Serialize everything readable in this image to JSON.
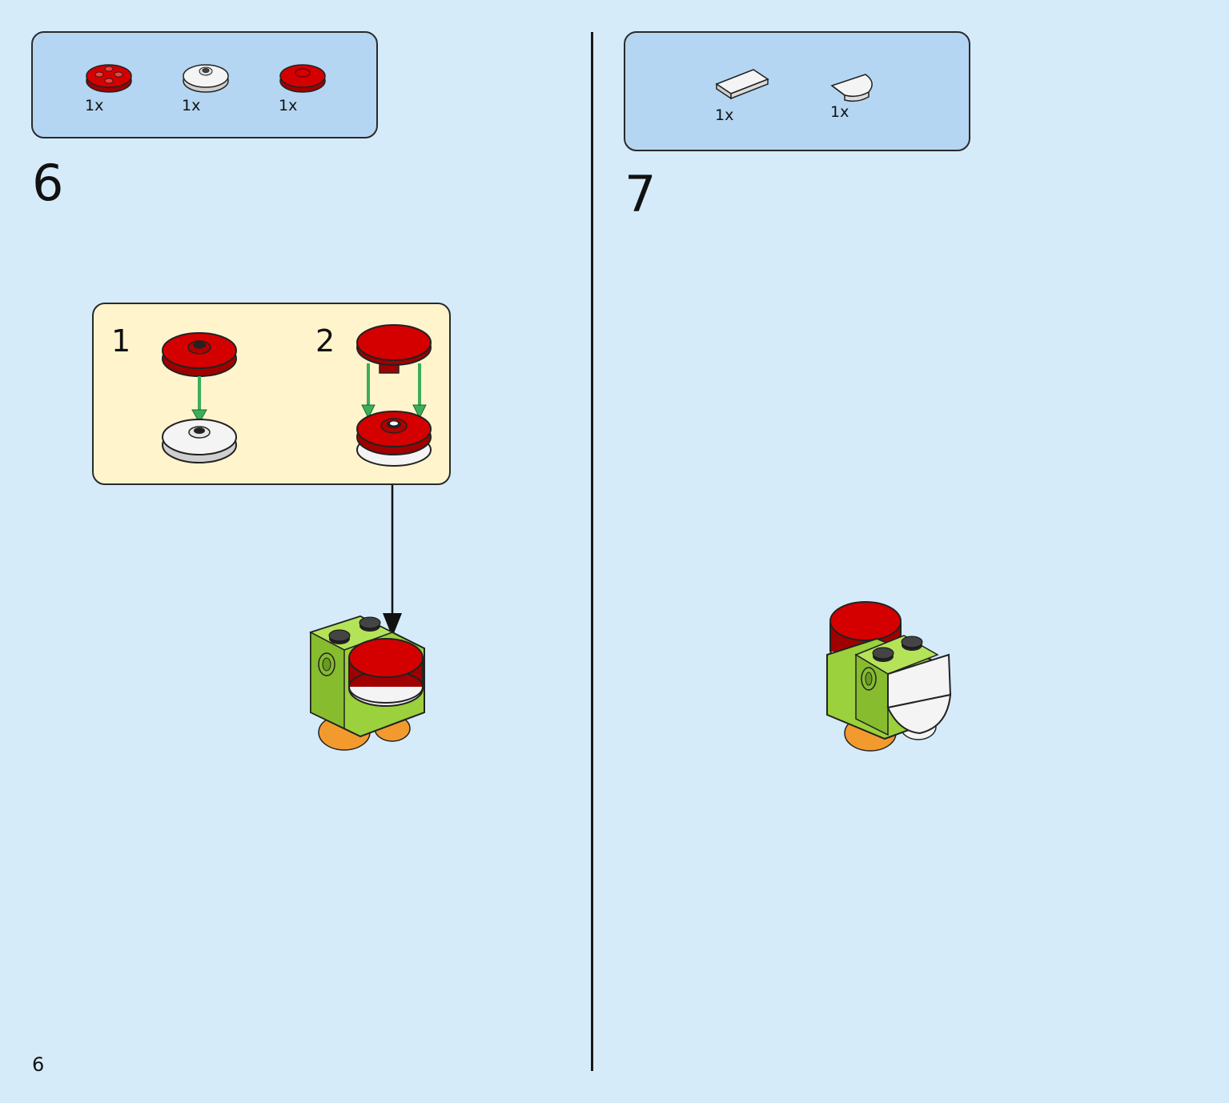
{
  "page": {
    "number": "6"
  },
  "step6": {
    "number": "6",
    "parts": [
      {
        "name": "red-round-plate-2x2",
        "qty": "1x",
        "color": "#d40000"
      },
      {
        "name": "white-round-plate-2x2",
        "qty": "1x",
        "color": "#f4f4f4"
      },
      {
        "name": "red-round-tile-2x2",
        "qty": "1x",
        "color": "#d40000"
      }
    ],
    "substeps": [
      {
        "number": "1"
      },
      {
        "number": "2"
      }
    ]
  },
  "step7": {
    "number": "7",
    "parts": [
      {
        "name": "white-tile-1x2",
        "qty": "1x",
        "color": "#f4f4f4"
      },
      {
        "name": "white-half-round-tile",
        "qty": "1x",
        "color": "#f4f4f4"
      }
    ]
  },
  "colors": {
    "background": "#d5ebfa",
    "parts_box": "#b4d6f2",
    "substep_box": "#fff4cc",
    "red": "#d40000",
    "lime_green": "#9bd13c",
    "orange": "#f39a2f",
    "white": "#f4f4f4",
    "arrow_green": "#3cae5a"
  }
}
